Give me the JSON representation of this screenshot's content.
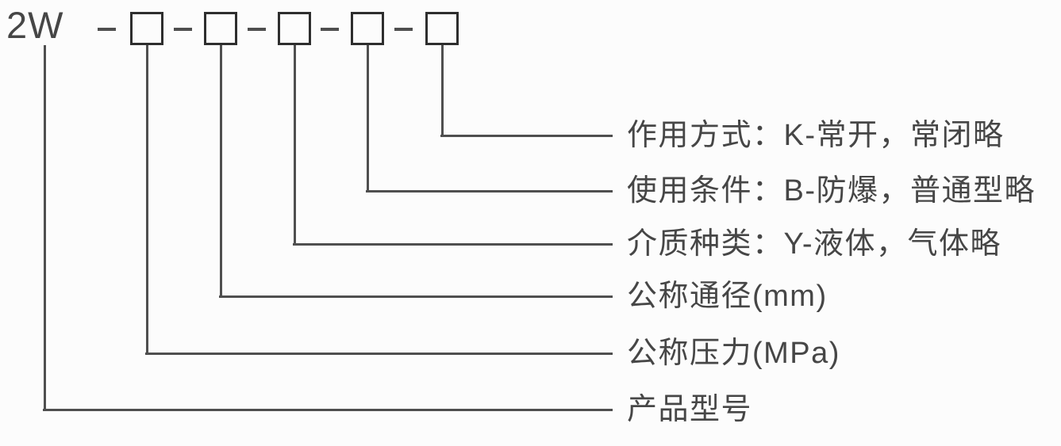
{
  "code": {
    "prefix": "2W",
    "separator": "-",
    "placeholder_box_count": 5
  },
  "labels": [
    {
      "name": "action-mode",
      "text": "作用方式：K-常开，常闭略"
    },
    {
      "name": "service-condition",
      "text": "使用条件：B-防爆，普通型略"
    },
    {
      "name": "medium-type",
      "text": "介质种类：Y-液体，气体略"
    },
    {
      "name": "nominal-diameter",
      "text": "公称通径(mm)"
    },
    {
      "name": "nominal-pressure",
      "text": "公称压力(MPa)"
    },
    {
      "name": "product-model",
      "text": "产品型号"
    }
  ],
  "colors": {
    "background": "#fcfcfc",
    "line": "#4f4f4f",
    "box_border": "#2e2e2e",
    "text": "#464646"
  }
}
